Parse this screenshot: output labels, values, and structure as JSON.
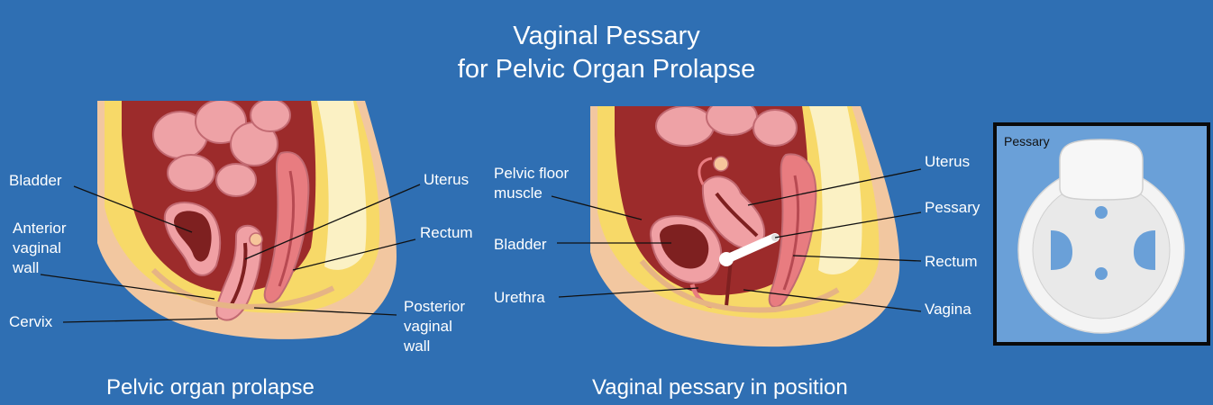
{
  "title": {
    "line1": "Vaginal Pessary",
    "line2": "for Pelvic Organ Prolapse"
  },
  "left_panel": {
    "caption": "Pelvic organ prolapse",
    "labels": {
      "bladder": "Bladder",
      "anterior_1": "Anterior",
      "anterior_2": "vaginal",
      "anterior_3": "wall",
      "cervix": "Cervix",
      "uterus": "Uterus",
      "rectum": "Rectum",
      "posterior_1": "Posterior",
      "posterior_2": "vaginal",
      "posterior_3": "wall"
    }
  },
  "middle_panel": {
    "caption": "Vaginal pessary in position",
    "labels": {
      "pelvic_floor_1": "Pelvic floor",
      "pelvic_floor_2": "muscle",
      "bladder": "Bladder",
      "urethra": "Urethra",
      "uterus": "Uterus",
      "pessary": "Pessary",
      "rectum": "Rectum",
      "vagina": "Vagina"
    }
  },
  "inset": {
    "label": "Pessary"
  },
  "colors": {
    "background": "#2f6fb3",
    "skin": "#f2c7a0",
    "fat": "#f7d968",
    "cavity": "#9c2b2b",
    "organ": "#f0a0a4",
    "inset_bg": "#6aa0d8"
  }
}
